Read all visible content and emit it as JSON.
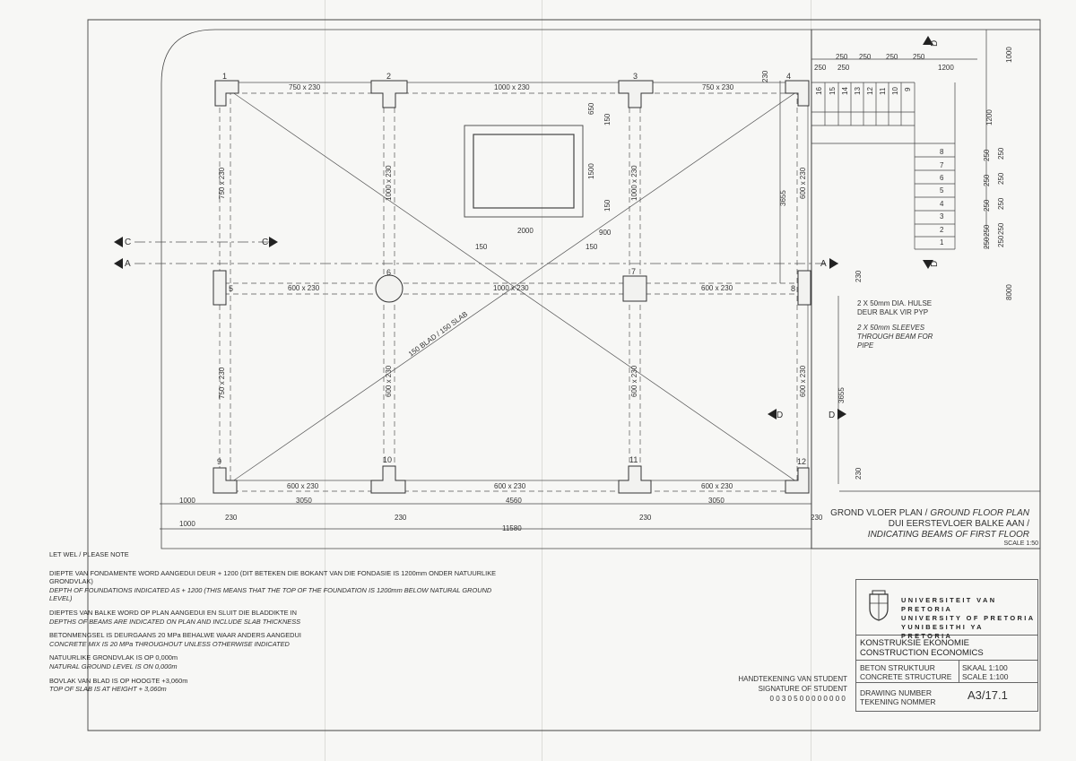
{
  "columns": [
    "1",
    "2",
    "3",
    "4",
    "5",
    "6",
    "7",
    "8",
    "9",
    "10",
    "11",
    "12"
  ],
  "beams": {
    "top": [
      "750 x 230",
      "1000 x 230",
      "750 x 230"
    ],
    "middle": [
      "600 x 230",
      "1000 x 230",
      "600 x 230"
    ],
    "bottom": [
      "600 x 230",
      "600 x 230",
      "600 x 230"
    ],
    "vertical_upper": [
      "750 x 230",
      "1000 x 230",
      "1000 x 230",
      "600 x 230"
    ],
    "vertical_lower": [
      "750 x 230",
      "600 x 230",
      "600 x 230",
      "600 x 230"
    ]
  },
  "slab_label": "150 BLAD / 150 SLAB",
  "opening": {
    "width": "2000",
    "height": "1500",
    "top": "650",
    "offset_right": "900",
    "edge_a": "150",
    "edge_b": "150",
    "edge_c": "150",
    "edge_d": "150"
  },
  "dims": {
    "bottom_row1": [
      "1000",
      "3050",
      "4560",
      "3050"
    ],
    "bottom_row2": [
      "1000",
      "11580"
    ],
    "col_230": [
      "230",
      "230",
      "230",
      "230"
    ],
    "right_3655_upper": "3655",
    "right_3655_lower": "3655",
    "right_230a": "230",
    "right_230b": "230",
    "right_230c": "230",
    "stair_top": [
      "250",
      "250",
      "250",
      "250",
      "250",
      "250"
    ],
    "stair_1200_h": "1200",
    "stair_1200_v": "1200",
    "stair_1000": "1000",
    "stair_8000": "8000",
    "stair_right": [
      "250",
      "250",
      "250",
      "250",
      "250"
    ],
    "stair_right_inner": [
      "250",
      "250",
      "250",
      "250",
      "250"
    ]
  },
  "stair_steps_upper": [
    "16",
    "15",
    "14",
    "13",
    "12",
    "11",
    "10",
    "9"
  ],
  "stair_steps_lower": [
    "8",
    "7",
    "6",
    "5",
    "4",
    "3",
    "2",
    "1"
  ],
  "sections": {
    "c_left": "C",
    "c_right": "C",
    "a_left": "A",
    "a_right": "A",
    "d_left": "D",
    "d_right": "D",
    "d_top": "D",
    "d_bottom": "D"
  },
  "pipe_notes": [
    "2 X 50mm DIA. HULSE",
    "DEUR BALK VIR PYP",
    "2 X 50mm SLEEVES",
    "THROUGH BEAM FOR",
    "PIPE"
  ],
  "plan_title": {
    "line1_af": "GROND VLOER PLAN /",
    "line1_en": "GROUND FLOOR PLAN",
    "line2_af": "DUI EERSTEVLOER BALKE AAN /",
    "line3_en": "INDICATING BEAMS OF FIRST FLOOR",
    "scale": "SCALE 1:50"
  },
  "notes": {
    "header": "LET WEL / PLEASE NOTE",
    "n1_af": "DIEPTE VAN FONDAMENTE WORD AANGEDUI DEUR  + 1200 (DIT BETEKEN DIE BOKANT VAN DIE FONDASIE IS 1200mm ONDER NATUURLIKE GRONDVLAK)",
    "n1_en": "DEPTH OF FOUNDATIONS INDICATED AS  + 1200 (THIS MEANS THAT THE TOP OF THE FOUNDATION IS 1200mm BELOW NATURAL GROUND LEVEL)",
    "n2_af": "DIEPTES VAN BALKE WORD OP PLAN AANGEDUI EN SLUIT DIE BLADDIKTE IN",
    "n2_en": "DEPTHS OF BEAMS ARE INDICATED ON PLAN AND INCLUDE SLAB THICKNESS",
    "n3_af": "BETONMENGSEL IS DEURGAANS 20 MPa BEHALWE WAAR ANDERS AANGEDUI",
    "n3_en": "CONCRETE MIX IS 20 MPa THROUGHOUT UNLESS OTHERWISE INDICATED",
    "n4_af": "NATUURLIKE GRONDVLAK IS OP 0,000m",
    "n4_en": "NATURAL GROUND LEVEL IS ON 0,000m",
    "n5_af": "BOVLAK VAN BLAD IS OP HOOGTE +3,060m",
    "n5_en": "TOP OF SLAB IS AT HEIGHT + 3,060m"
  },
  "signature": {
    "af": "HANDTEKENING VAN STUDENT",
    "en": "SIGNATURE OF STUDENT",
    "number": "0030500000000"
  },
  "titleblock": {
    "uni_af": "UNIVERSITEIT VAN PRETORIA",
    "uni_en": "UNIVERSITY OF PRETORIA",
    "uni_st": "YUNIBESITHI YA PRETORIA",
    "dept_af": "KONSTRUKSIE EKONOMIE",
    "dept_en": "CONSTRUCTION ECONOMICS",
    "subject_af": "BETON STRUKTUUR",
    "subject_en": "CONCRETE STRUCTURE",
    "scale_af": "SKAAL 1:100",
    "scale_en": "SCALE 1:100",
    "drawing_en": "DRAWING NUMBER",
    "drawing_af": "TEKENING NOMMER",
    "drawing_no": "A3/17.1"
  },
  "colors": {
    "ink": "#333333",
    "paper": "#f7f7f5"
  }
}
